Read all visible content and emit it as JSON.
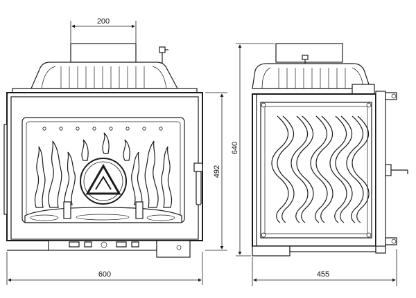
{
  "dimensions": {
    "flue_width": "200",
    "front_width": "600",
    "door_height": "492",
    "total_height": "640",
    "side_depth": "455"
  },
  "icons": {
    "logo": "triangle-logo-icon"
  }
}
